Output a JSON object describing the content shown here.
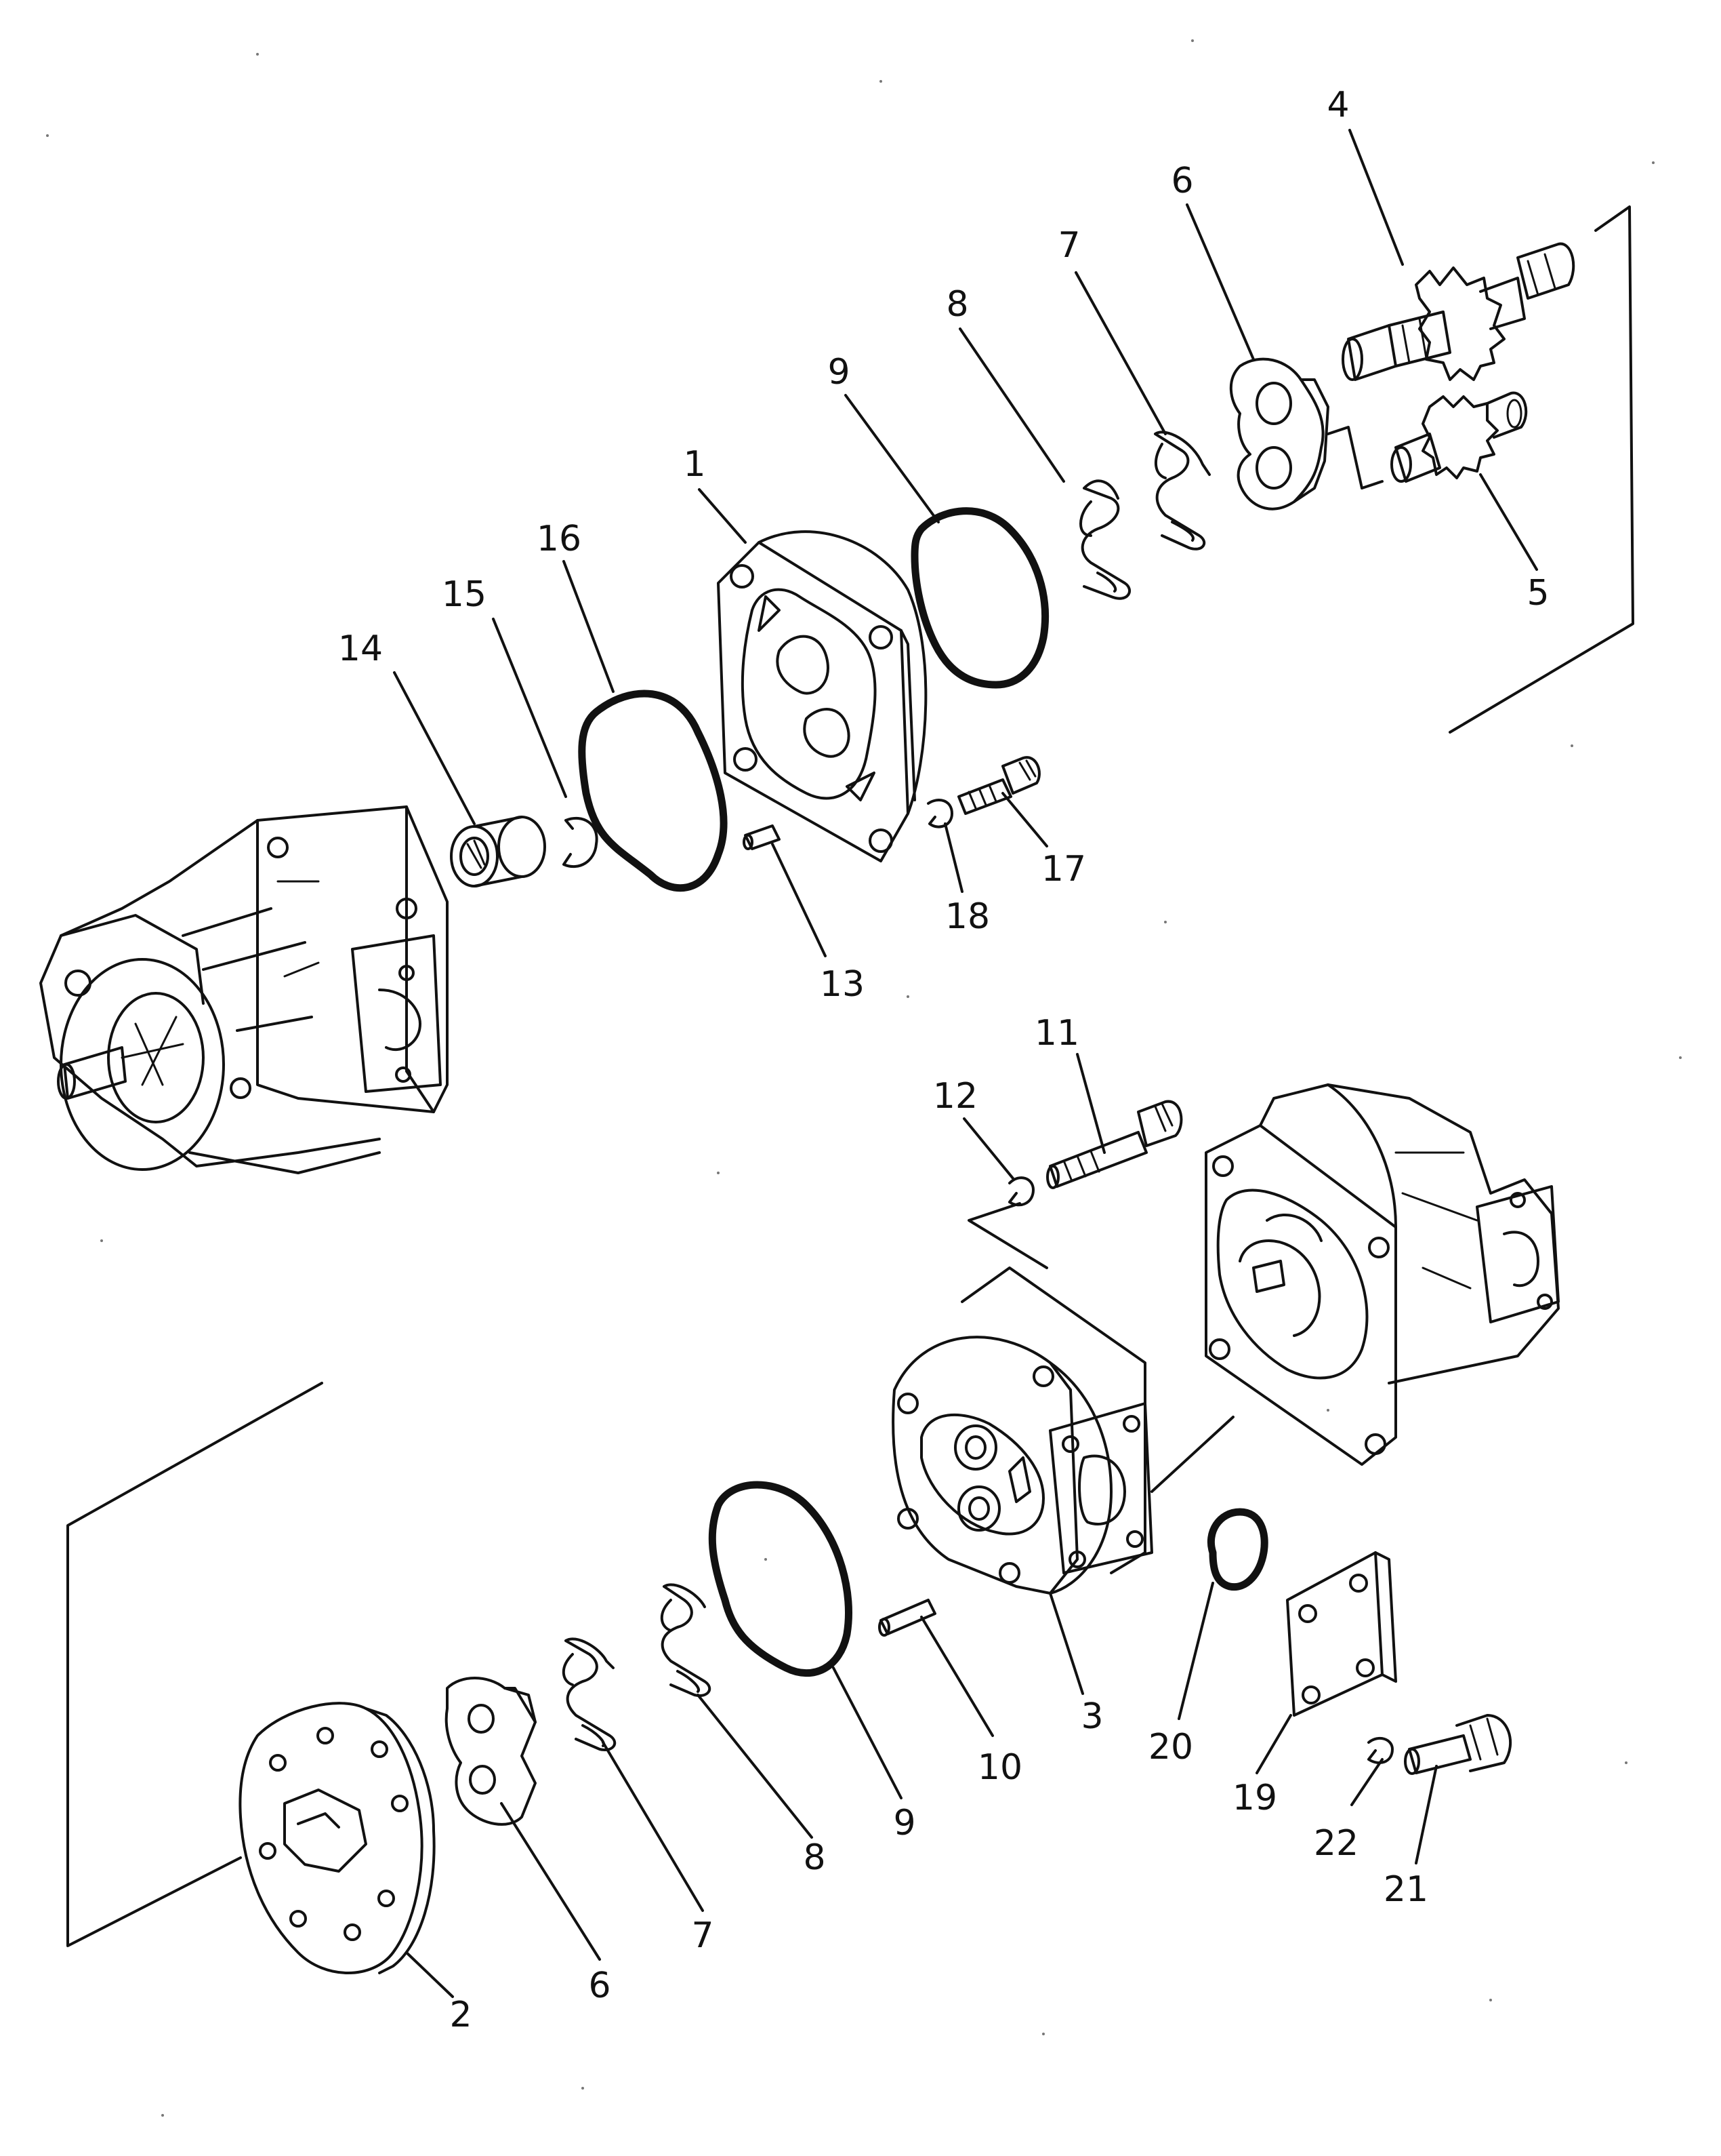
{
  "diagram": {
    "callouts": [
      "1",
      "2",
      "3",
      "4",
      "5",
      "6",
      "6",
      "7",
      "7",
      "8",
      "8",
      "9",
      "9",
      "10",
      "11",
      "12",
      "13",
      "14",
      "15",
      "16",
      "17",
      "18",
      "19",
      "20",
      "21",
      "22"
    ]
  }
}
